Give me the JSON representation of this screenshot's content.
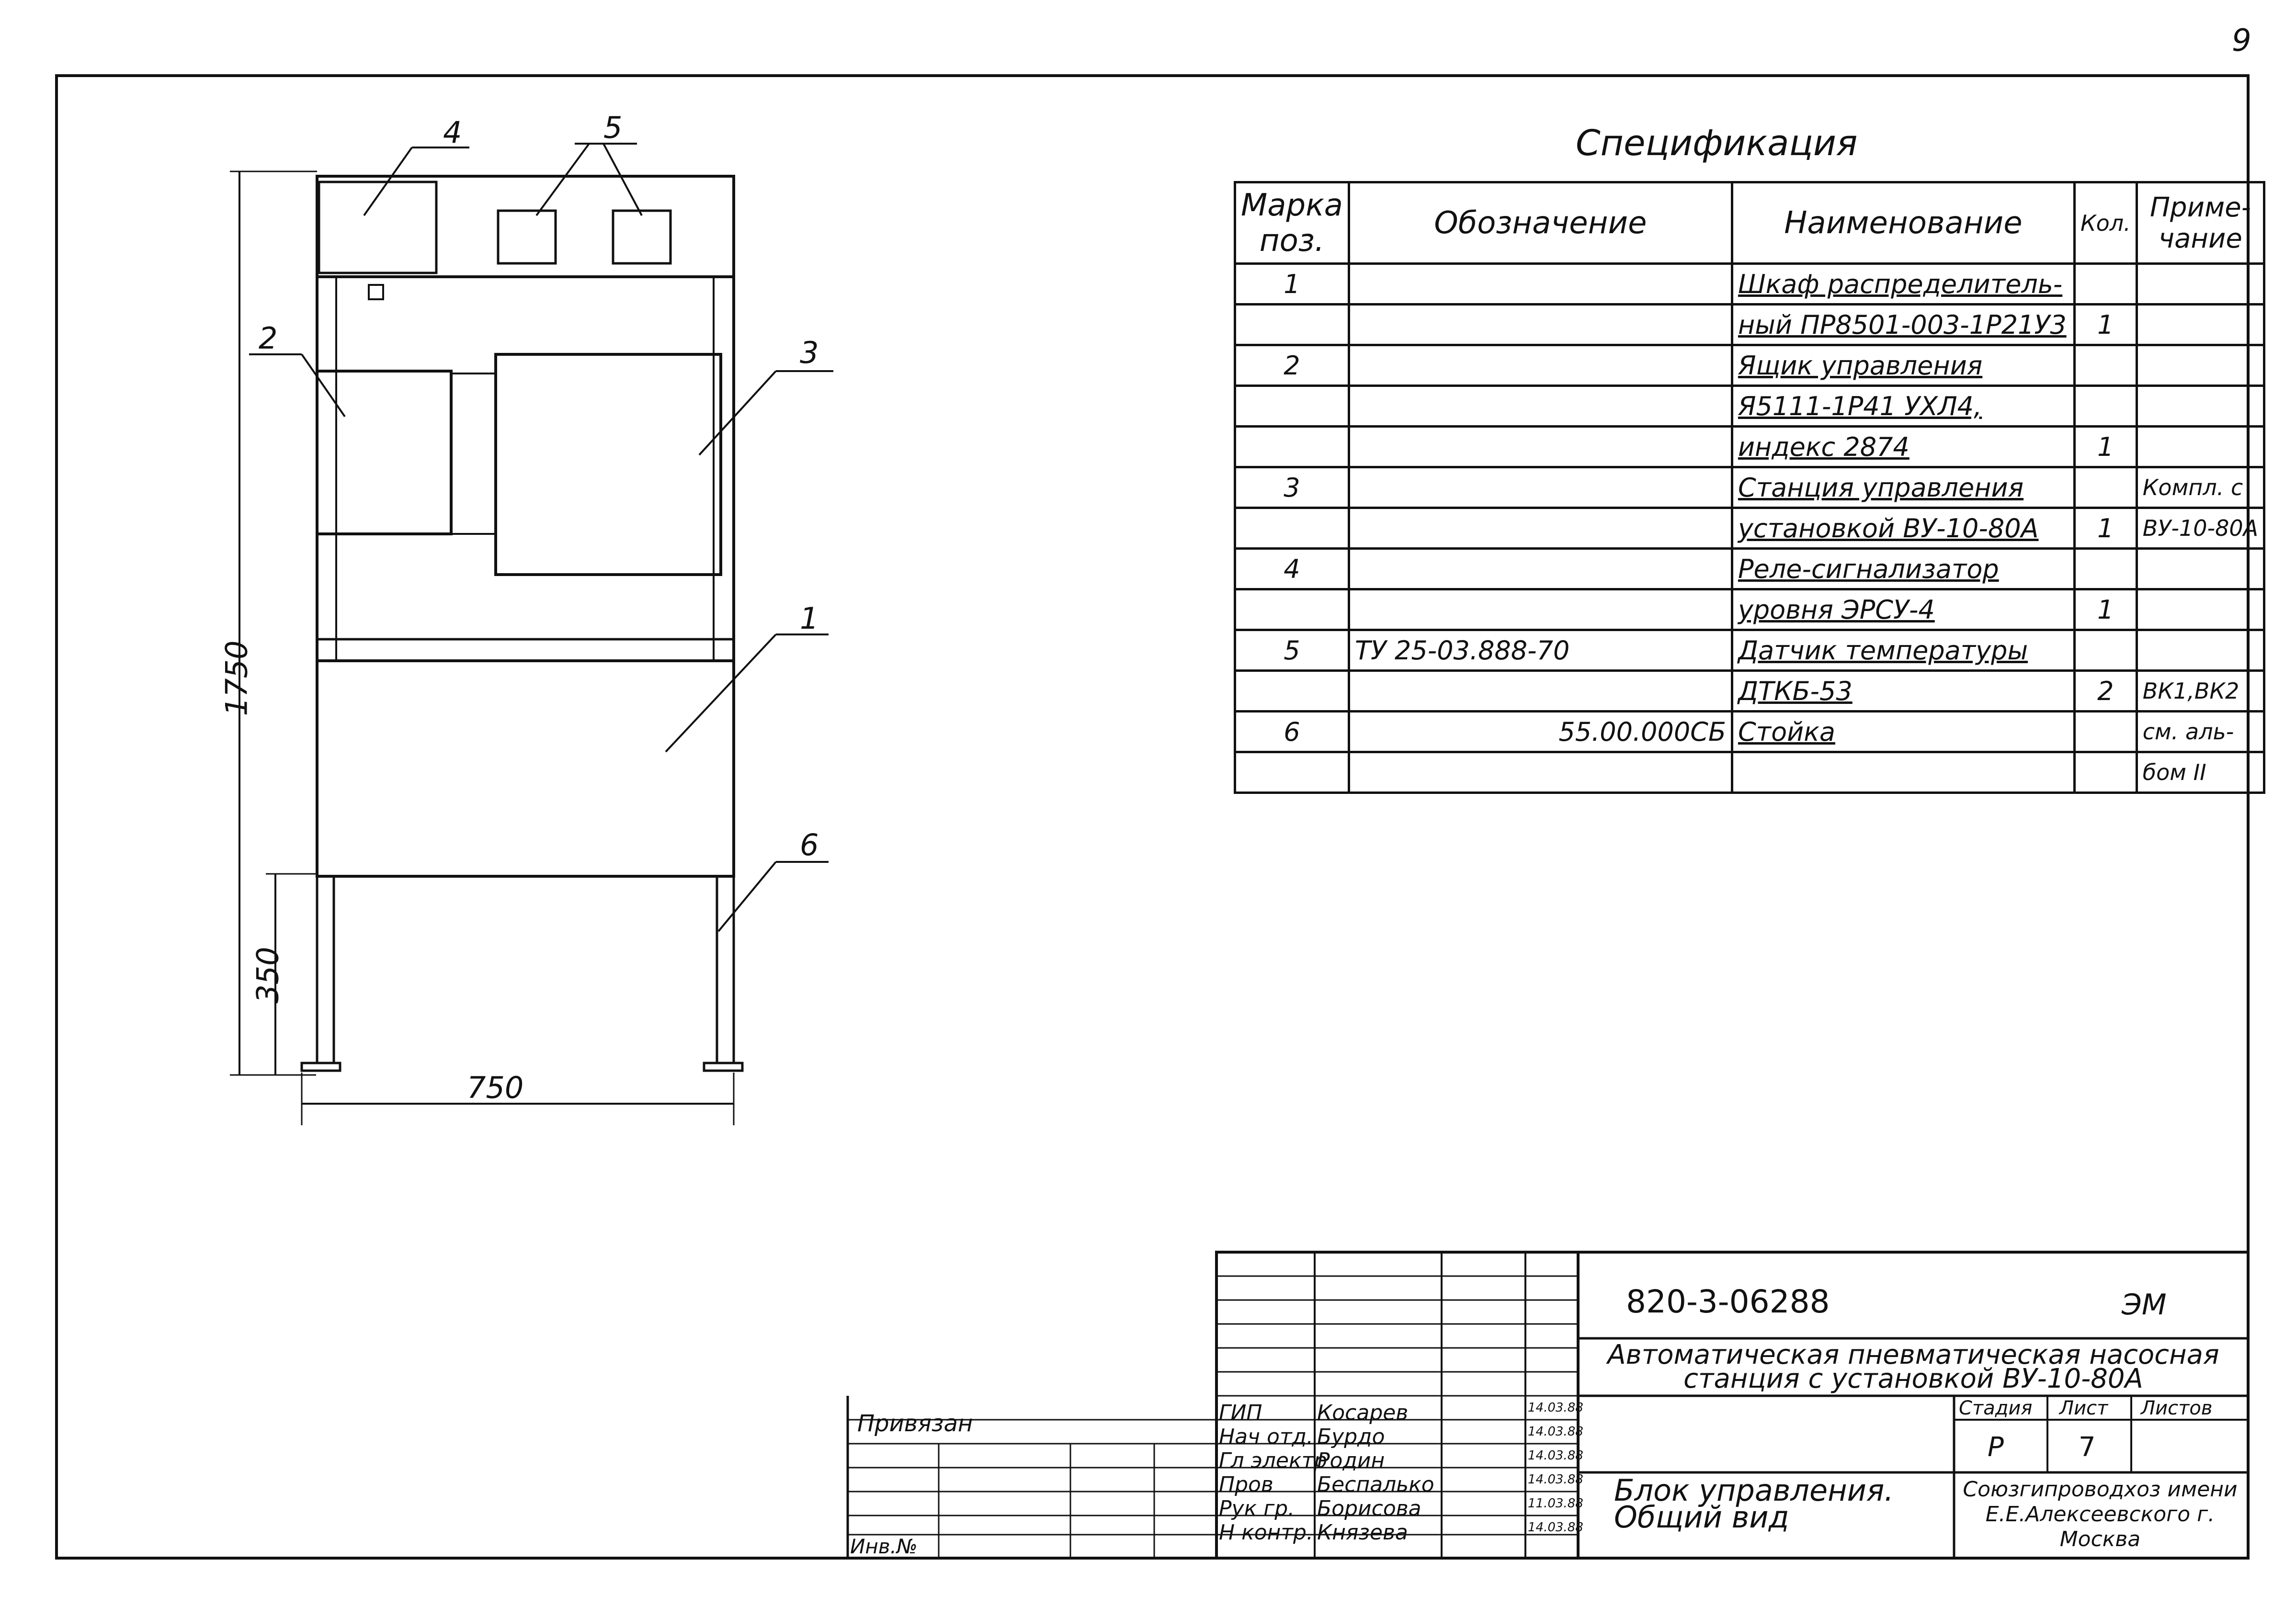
{
  "page_number": "9",
  "figure": {
    "callouts": [
      "1",
      "2",
      "3",
      "4",
      "5",
      "6"
    ],
    "dimensions": {
      "total_height": "1750",
      "leg_height": "350",
      "width": "750"
    }
  },
  "spec": {
    "title": "Спецификация",
    "headers": {
      "mark": "Марка поз.",
      "designation": "Обозначение",
      "name": "Наименование",
      "qty": "Кол.",
      "note": "Приме- чание"
    },
    "rows": [
      {
        "pos": "1",
        "designation": "",
        "name": "Шкаф распределитель-",
        "qty": "",
        "note": ""
      },
      {
        "pos": "",
        "designation": "",
        "name": "ный ПР8501-003-1Р21У3",
        "qty": "1",
        "note": ""
      },
      {
        "pos": "2",
        "designation": "",
        "name": "Ящик управления",
        "qty": "",
        "note": ""
      },
      {
        "pos": "",
        "designation": "",
        "name": "Я5111-1Р41 УХЛ4,",
        "qty": "",
        "note": ""
      },
      {
        "pos": "",
        "designation": "",
        "name": "индекс 2874",
        "qty": "1",
        "note": ""
      },
      {
        "pos": "3",
        "designation": "",
        "name": "Станция управления",
        "qty": "",
        "note": "Компл. с"
      },
      {
        "pos": "",
        "designation": "",
        "name": "установкой ВУ-10-80А",
        "qty": "1",
        "note": "ВУ-10-80А"
      },
      {
        "pos": "4",
        "designation": "",
        "name": "Реле-сигнализатор",
        "qty": "",
        "note": ""
      },
      {
        "pos": "",
        "designation": "",
        "name": "уровня ЭРСУ-4",
        "qty": "1",
        "note": ""
      },
      {
        "pos": "5",
        "designation": "ТУ 25-03.888-70",
        "name": "Датчик температуры",
        "qty": "",
        "note": ""
      },
      {
        "pos": "",
        "designation": "",
        "name": "ДТКБ-53",
        "qty": "2",
        "note": "ВК1,ВК2"
      },
      {
        "pos": "6",
        "designation": "55.00.000СБ",
        "name": "Стойка",
        "qty": "",
        "note": "см. аль-"
      },
      {
        "pos": "",
        "designation": "",
        "name": "",
        "qty": "",
        "note": "бом II"
      }
    ]
  },
  "stamp": {
    "code": "820-3-06288",
    "section": "ЭМ",
    "project_title": "Автоматическая пневматическая насосная станция с установкой ВУ-10-80А",
    "sheet_title": "Блок управления. Общий вид",
    "stage_label": "Стадия",
    "sheet_label": "Лист",
    "sheets_label": "Листов",
    "stage": "Р",
    "sheet": "7",
    "sheets": "",
    "organization": "Союзгипроводхоз имени Е.Е.Алексеевского г. Москва",
    "privyazan": "Привязан",
    "inv": "Инв.№",
    "people": [
      {
        "role": "ГИП",
        "name": "Косарев",
        "date": "14.03.88"
      },
      {
        "role": "Нач отд.",
        "name": "Бурдо",
        "date": "14.03.88"
      },
      {
        "role": "Гл электр",
        "name": "Родин",
        "date": "14.03.88"
      },
      {
        "role": "Пров",
        "name": "Беспалько",
        "date": "14.03.88"
      },
      {
        "role": "Рук гр.",
        "name": "Борисова",
        "date": "11.03.88"
      },
      {
        "role": "Н контр.",
        "name": "Князева",
        "date": "14.03.88"
      }
    ]
  }
}
